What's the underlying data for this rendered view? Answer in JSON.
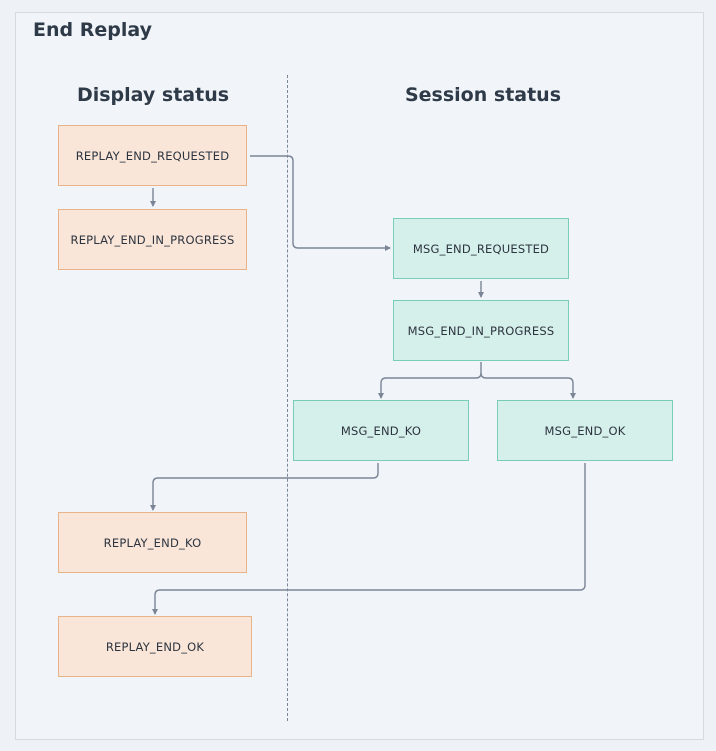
{
  "diagram": {
    "title": "End Replay",
    "columns": {
      "display": "Display status",
      "session": "Session status"
    },
    "nodes": {
      "replay_end_requested": "REPLAY_END_REQUESTED",
      "replay_end_in_progress": "REPLAY_END_IN_PROGRESS",
      "msg_end_requested": "MSG_END_REQUESTED",
      "msg_end_in_progress": "MSG_END_IN_PROGRESS",
      "msg_end_ko": "MSG_END_KO",
      "msg_end_ok": "MSG_END_OK",
      "replay_end_ko": "REPLAY_END_KO",
      "replay_end_ok": "REPLAY_END_OK"
    },
    "colors": {
      "display_fill": "#f9e6d8",
      "display_border": "#e9b38a",
      "session_fill": "#d5efea",
      "session_border": "#79cdb8",
      "edge": "#7a8596"
    }
  }
}
